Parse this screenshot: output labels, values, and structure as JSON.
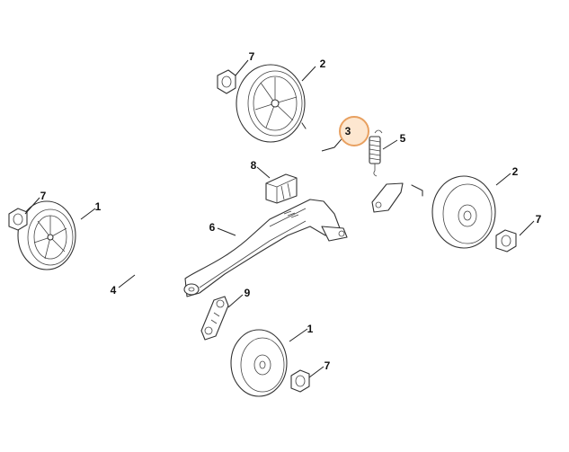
{
  "highlight_color": "#e8a060",
  "callouts": {
    "wheel_rear_top": "2",
    "cap_rear_top": "7",
    "axle_rear": "3",
    "spring": "5",
    "damper_block": "8",
    "wheel_rear_right": "2",
    "cap_rear_right": "7",
    "frame": "6",
    "cap_front_left": "7",
    "wheel_front_left": "1",
    "axle_front": "4",
    "bracket": "9",
    "wheel_front_bottom": "1",
    "cap_front_bottom": "7"
  }
}
